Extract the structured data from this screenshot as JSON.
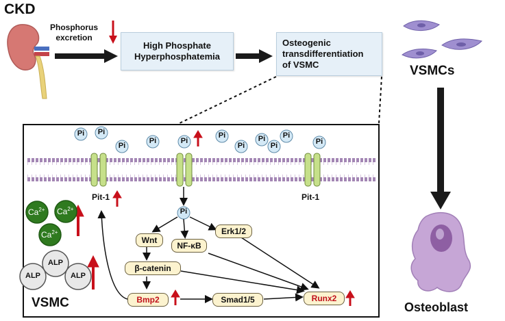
{
  "header": {
    "ckd": "CKD",
    "phosphorus_excretion": "Phosphorus\nexcretion",
    "high_phosphate": "High Phosphate\nHyperphosphatemia",
    "osteogenic": "Osteogenic\ntransdifferentiation\nof VSMC",
    "vsmcs": "VSMCs",
    "osteoblast": "Osteoblast"
  },
  "membrane": {
    "pi_label": "Pi",
    "pit1_left": "Pit-1",
    "pit1_right": "Pit-1"
  },
  "pathway": {
    "pi_center": "Pi",
    "wnt": "Wnt",
    "nfkb": "NF-κB",
    "erk": "Erk1/2",
    "beta_catenin": "β-catenin",
    "bmp2": "Bmp2",
    "smad": "Smad1/5",
    "runx2": "Runx2"
  },
  "left_panel": {
    "ca": "Ca",
    "ca_charge": "2+",
    "alp": "ALP",
    "vsmc": "VSMC"
  },
  "colors": {
    "arrow_red": "#c8101b",
    "membrane_purple": "#a386b4",
    "channel_green": "#c6e08a",
    "ca_green": "#2f7a1f",
    "box_blue": "#e6f0f8",
    "pill_yellow": "#fcf3cf"
  }
}
